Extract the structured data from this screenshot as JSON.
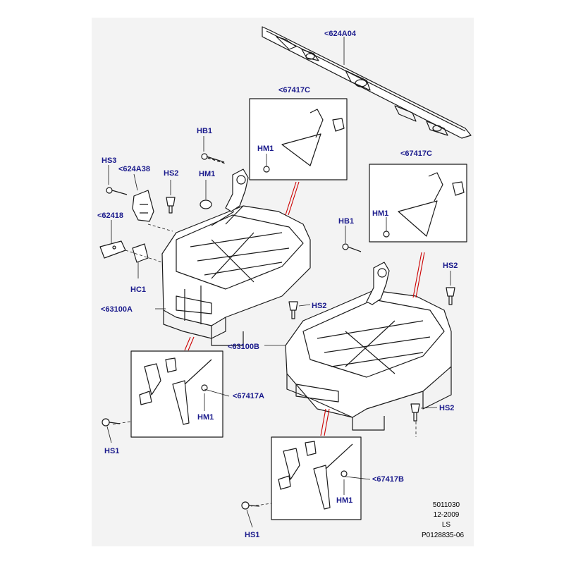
{
  "colors": {
    "background": "#f3f3f3",
    "label": "#1a1a8c",
    "line": "#1a1a1a",
    "callout": "#cc0000"
  },
  "labels": {
    "p624a04": "<624A04",
    "p67417c_top": "<67417C",
    "p67417c_right": "<67417C",
    "hm1_top": "HM1",
    "hm1_right": "HM1",
    "hb1_left": "HB1",
    "hb1_right": "HB1",
    "hs3": "HS3",
    "p624a38": "<624A38",
    "hs2_left": "HS2",
    "hm1_left": "HM1",
    "p62418": "<62418",
    "hc1": "HC1",
    "p63100a": "<63100A",
    "hs2_mid": "HS2",
    "p63100b": "<63100B",
    "hs2_right_top": "HS2",
    "hs2_right_bottom": "HS2",
    "p67417a": "<67417A",
    "hm1_a": "HM1",
    "hs1_left": "HS1",
    "p67417b": "<67417B",
    "hm1_b": "HM1",
    "hs1_bottom": "HS1"
  },
  "meta": {
    "code": "5011030",
    "date": "12-2009",
    "ls": "LS",
    "ref": "P0128835-06"
  }
}
